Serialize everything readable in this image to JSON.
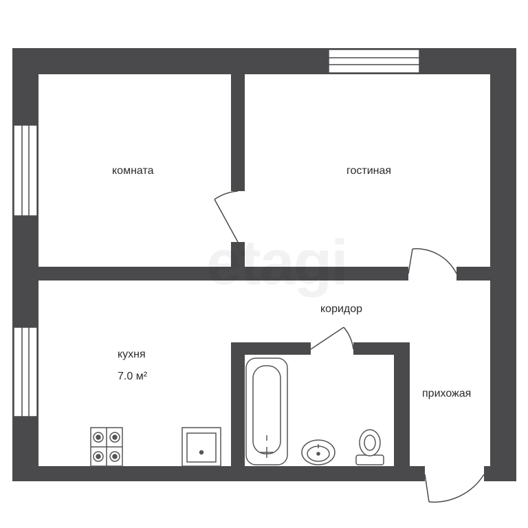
{
  "plan": {
    "wall_color": "#4a4a4c",
    "window_color": "#ffffff",
    "rooms": {
      "room": "комната",
      "living": "гостиная",
      "corridor": "коридор",
      "kitchen": "кухня",
      "kitchen_area": "7.0 м²",
      "hallway": "прихожая"
    },
    "watermark": "etagi",
    "fixtures": [
      "stove-icon",
      "sink-icon",
      "bathtub-icon",
      "washbasin-icon",
      "toilet-icon"
    ]
  }
}
